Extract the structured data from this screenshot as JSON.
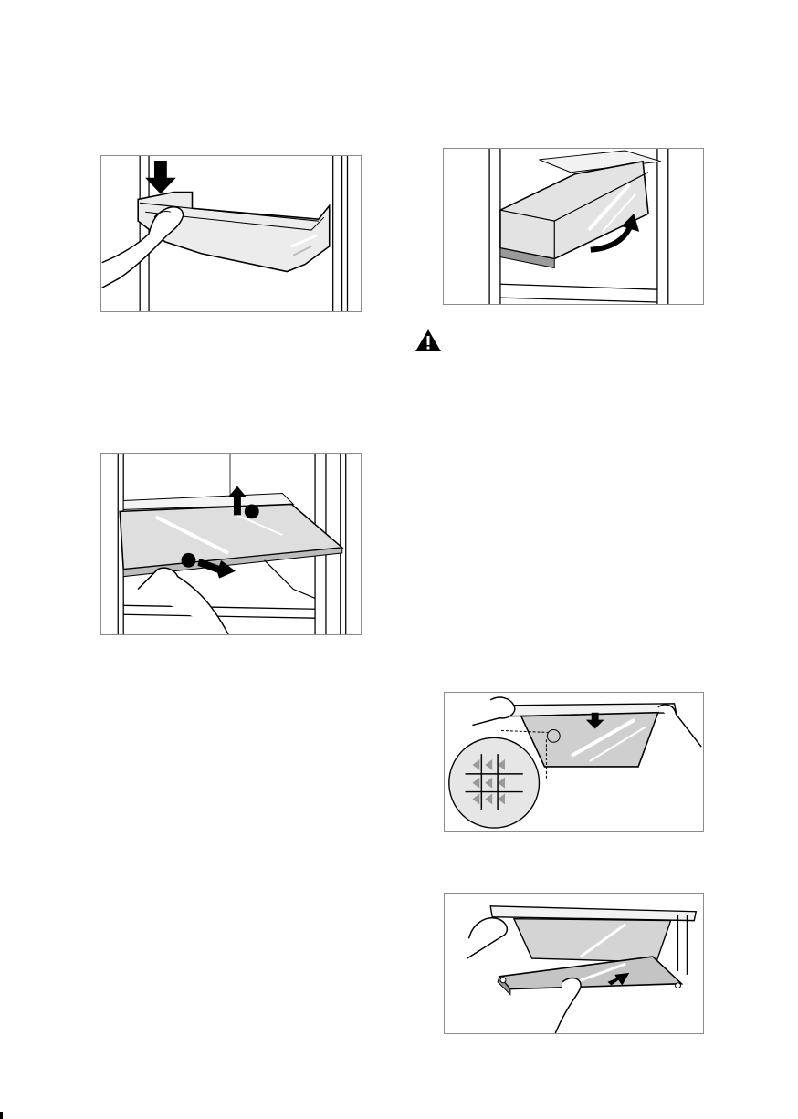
{
  "figures": [
    {
      "id": "door-bin",
      "name": "door-bin-removal-illustration",
      "arrows": [
        "down"
      ]
    },
    {
      "id": "drawer",
      "name": "drawer-removal-illustration",
      "arrows": [
        "curved-up"
      ]
    },
    {
      "id": "glass-shelf",
      "name": "glass-shelf-removal-illustration",
      "arrows": [
        "up",
        "forward"
      ],
      "markers": 2
    },
    {
      "id": "grid-detail",
      "name": "shelf-grid-detail-illustration",
      "arrows": [
        "down"
      ]
    },
    {
      "id": "frame-shelf",
      "name": "frame-shelf-slide-illustration",
      "arrows": [
        "forward"
      ]
    }
  ],
  "icons": {
    "warning": "warning-triangle-icon"
  },
  "colors": {
    "line": "#000000",
    "gray_fill": "#d9d9d9",
    "border": "#8c8c8c"
  }
}
